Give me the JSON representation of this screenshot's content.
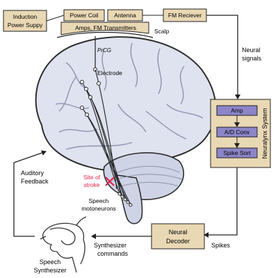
{
  "labels": {
    "induction_power_supply": [
      "Induction",
      "Power Suppy"
    ],
    "power_coil": "Power Coil",
    "antenna": "Antenna",
    "amps_fm": "Amps, FM Transmitters",
    "scalp": "Scalp",
    "fm_receiver": "FM Reciever",
    "neural_signals": [
      "Neural",
      "signals"
    ],
    "prcg": "PrCG",
    "electrode": "Electrode",
    "neuralynx_system": "Neuralynx System",
    "amp": "Amp",
    "ad_conv": "A/D Conv",
    "spike_sort": "Spike Sort",
    "site_of_stroke": [
      "Site of",
      "stroke"
    ],
    "speech_motoneurons": [
      "Speech",
      "motoneurons"
    ],
    "auditory_feedback": [
      "Auditory",
      "Feedback"
    ],
    "neural_decoder": [
      "Neural",
      "Decoder"
    ],
    "spikes": "Spikes",
    "synthesizer_commands": [
      "Synthesizer",
      "commands"
    ],
    "speech_synthesizer": [
      "Speech",
      "Synthesizer"
    ]
  },
  "colors": {
    "brain_fill": "#dfe2ef",
    "brain_outline": "#2d2d2d",
    "box_fill": "#e9d8b4",
    "module_fill": "#8c85c8",
    "stroke_red": "#e0224a",
    "line": "#222222"
  }
}
